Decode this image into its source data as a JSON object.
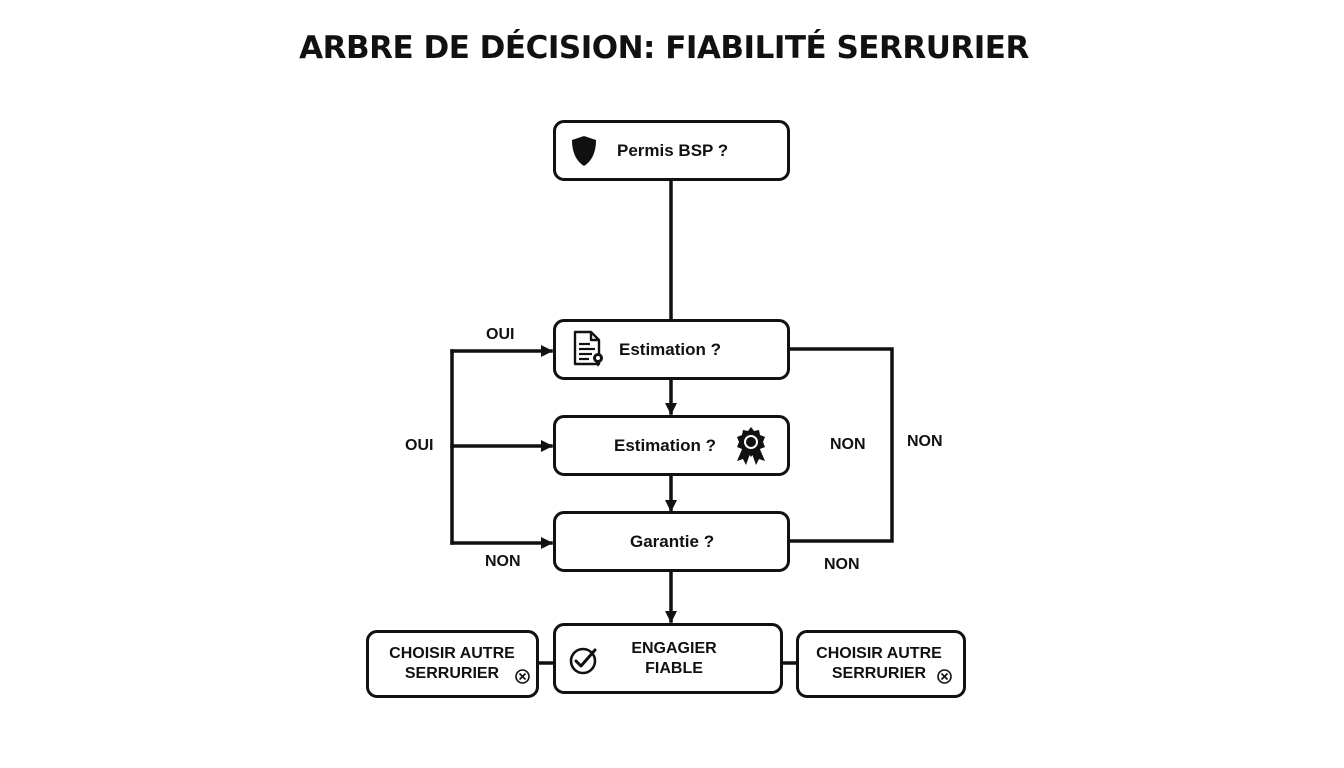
{
  "title": "ARBRE DE DÉCISION: FIABILITÉ SERRURIER",
  "nodes": {
    "permis": {
      "label": "Permis BSP ?",
      "icon": "shield-icon"
    },
    "estimation1": {
      "label": "Estimation ?",
      "icon": "document-icon"
    },
    "estimation2": {
      "label": "Estimation ?",
      "icon": "award-badge-icon"
    },
    "garantie": {
      "label": "Garantie ?"
    },
    "engager": {
      "line1": "ENGAGIER",
      "line2": "FIABLE",
      "icon": "check-circle-icon"
    },
    "autre_left": {
      "line1": "CHOISIR AUTRE",
      "line2": "SERRURIER",
      "icon": "x-circle-icon"
    },
    "autre_right": {
      "line1": "CHOISIR AUTRE",
      "line2": "SERRURIER",
      "icon": "x-circle-icon"
    }
  },
  "edge_labels": {
    "oui_top": "OUI",
    "oui_mid": "OUI",
    "non_left": "NON",
    "non_mid": "NON",
    "non_right": "NON",
    "non_bottom": "NON"
  },
  "colors": {
    "stroke": "#111111",
    "background": "#ffffff"
  }
}
